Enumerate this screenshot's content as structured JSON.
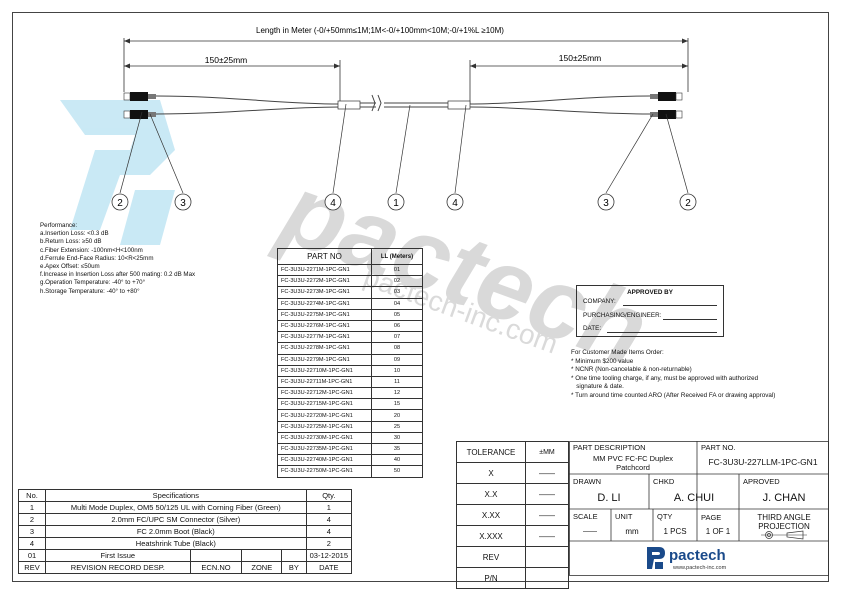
{
  "drawing": {
    "length_label": "Length in Meter (-0/+50mm≤1M;1M<-0/+100mm<10M;-0/+1%L ≥10M)",
    "breakout_left": "150±25mm",
    "breakout_right": "150±25mm",
    "callouts_left": [
      "2",
      "3",
      "4"
    ],
    "callout_center": "1",
    "callouts_right": [
      "4",
      "3",
      "2"
    ]
  },
  "performance": {
    "title": "Performance:",
    "lines": [
      "a.Insertion Loss: <0.3 dB",
      "b.Return Loss: ≥50 dB",
      "c.Fiber Extension: -100nm<H<100nm",
      "d.Ferrule End-Face Radius: 10<R<25mm",
      "e.Apex Offset: ≤50um",
      "f.Increase in Insertion Loss after 500 mating: 0.2 dB Max",
      "g.Operation Temperature: -40° to +70°",
      "h.Storage Temperature: -40° to +80°"
    ]
  },
  "part_table": {
    "header_part": "PART NO",
    "header_ll": "LL (Meters)",
    "rows": [
      [
        "FC-3U3U-2271M-1PC-GN1",
        "01"
      ],
      [
        "FC-3U3U-2272M-1PC-GN1",
        "02"
      ],
      [
        "FC-3U3U-2273M-1PC-GN1",
        "03"
      ],
      [
        "FC-3U3U-2274M-1PC-GN1",
        "04"
      ],
      [
        "FC-3U3U-2275M-1PC-GN1",
        "05"
      ],
      [
        "FC-3U3U-2276M-1PC-GN1",
        "06"
      ],
      [
        "FC-3U3U-2277M-1PC-GN1",
        "07"
      ],
      [
        "FC-3U3U-2278M-1PC-GN1",
        "08"
      ],
      [
        "FC-3U3U-2279M-1PC-GN1",
        "09"
      ],
      [
        "FC-3U3U-22710M-1PC-GN1",
        "10"
      ],
      [
        "FC-3U3U-22711M-1PC-GN1",
        "11"
      ],
      [
        "FC-3U3U-22712M-1PC-GN1",
        "12"
      ],
      [
        "FC-3U3U-22715M-1PC-GN1",
        "15"
      ],
      [
        "FC-3U3U-22720M-1PC-GN1",
        "20"
      ],
      [
        "FC-3U3U-22725M-1PC-GN1",
        "25"
      ],
      [
        "FC-3U3U-22730M-1PC-GN1",
        "30"
      ],
      [
        "FC-3U3U-22735M-1PC-GN1",
        "35"
      ],
      [
        "FC-3U3U-22740M-1PC-GN1",
        "40"
      ],
      [
        "FC-3U3U-22750M-1PC-GN1",
        "50"
      ]
    ]
  },
  "approved_box": {
    "title": "APPROVED BY",
    "company": "COMPANY:",
    "purchasing": "PURCHASING/ENGINEER:",
    "date": "DATE:"
  },
  "notes": {
    "title": "For Customer Made Items Order:",
    "lines": [
      "* Minimum $200 value",
      "* NCNR (Non-cancelable & non-returnable)",
      "* One time tooling charge, if any, must be approved with authorized",
      "   signature & date.",
      "* Turn around time counted ARO (After Received FA or drawing approval)"
    ]
  },
  "spec_table": {
    "headers": [
      "No.",
      "Specifications",
      "Qty."
    ],
    "rows": [
      [
        "1",
        "Multi Mode Duplex, OM5 50/125 UL with Corning Fiber (Green)",
        "1"
      ],
      [
        "2",
        "2.0mm FC/UPC SM Connector (Silver)",
        "4"
      ],
      [
        "3",
        "FC 2.0mm Boot (Black)",
        "4"
      ],
      [
        "4",
        "Heatshrink Tube (Black)",
        "2"
      ]
    ],
    "revision": {
      "rev": "01",
      "desc": "First Issue",
      "date": "03-12-2015"
    },
    "footer": [
      "REV",
      "REVISION RECORD DESP.",
      "ECN.NO",
      "ZONE",
      "BY",
      "DATE"
    ]
  },
  "tolerance": {
    "headers": [
      "TOLERANCE",
      "±MM"
    ],
    "rows": [
      "X",
      "X.X",
      "X.XX",
      "X.XXX",
      "REV",
      "P/N"
    ],
    "dash": "——"
  },
  "title_block": {
    "desc_label": "PART DESCRIPTION",
    "desc_line1": "MM PVC FC-FC Duplex",
    "desc_line2": "Patchcord",
    "partno_label": "PART NO.",
    "partno": "FC-3U3U-227LLM-1PC-GN1",
    "drawn_label": "DRAWN",
    "drawn": "D. LI",
    "chkd_label": "CHKD",
    "chkd": "A. CHUI",
    "approved_label": "APROVED",
    "approved": "J. CHAN",
    "scale_label": "SCALE",
    "scale": "——",
    "unit_label": "UNIT",
    "unit": "mm",
    "qty_label": "QTY",
    "qty": "1 PCS",
    "page_label": "PAGE",
    "page": "1 OF 1",
    "projection_line1": "THIRD ANGLE",
    "projection_line2": "PROJECTION",
    "logo_text": "pactech",
    "website": "www.pactech-inc.com"
  },
  "watermark": {
    "brand": "pactech",
    "url": "pactech-inc.com"
  },
  "colors": {
    "accent": "#1a4a8a",
    "watermark_blue": "#b8e2f2",
    "watermark_gray": "#d4d4d4"
  }
}
